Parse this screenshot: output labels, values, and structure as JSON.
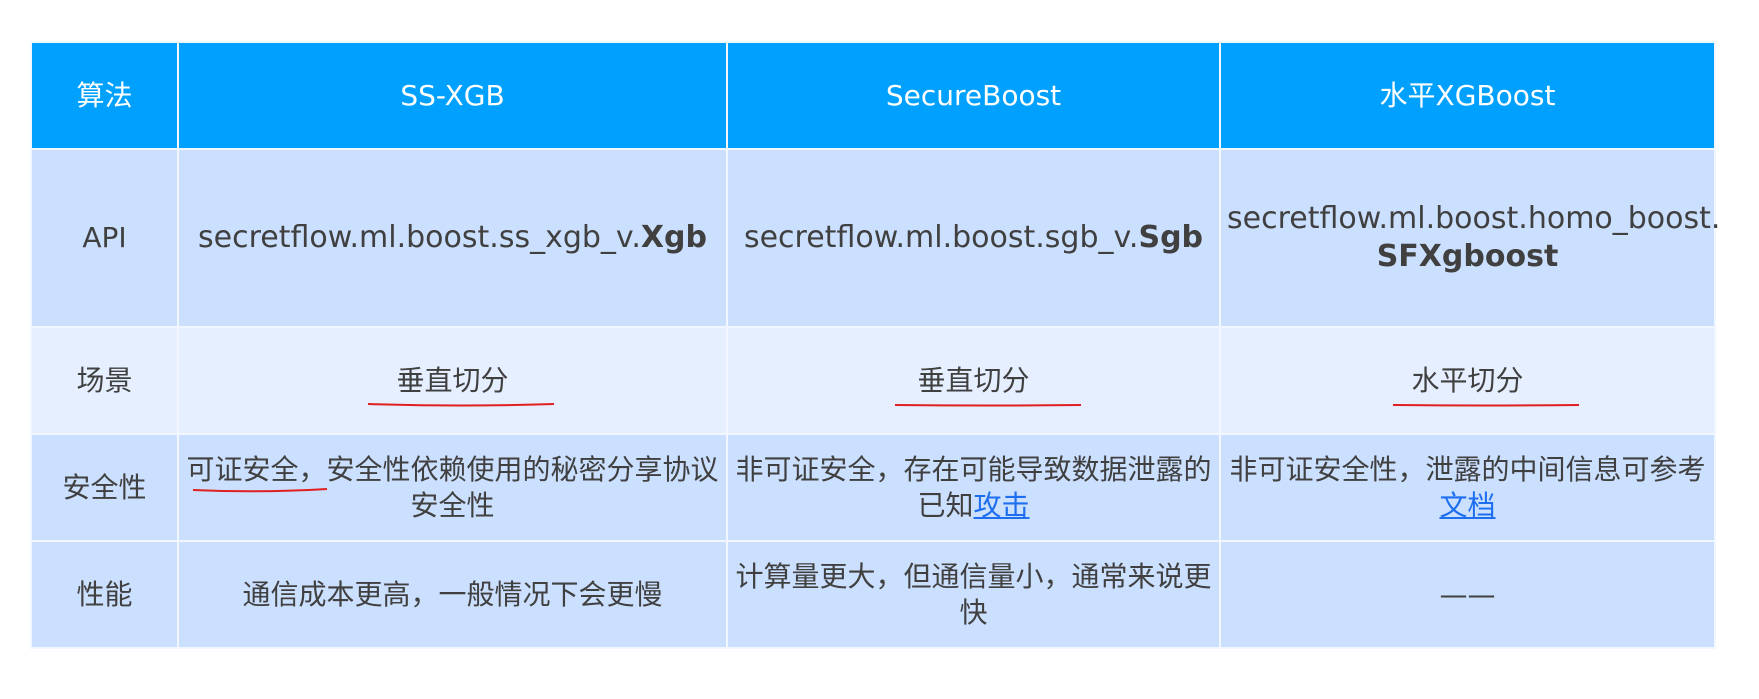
{
  "table": {
    "headers": [
      "算法",
      "SS-XGB",
      "SecureBoost",
      "水平XGBoost"
    ],
    "rows": {
      "api": {
        "label": "API",
        "ss_xgb_prefix": "secretflow.ml.boost.ss_xgb_v.",
        "ss_xgb_bold": "Xgb",
        "secureboost_prefix": "secretflow.ml.boost.sgb_v.",
        "secureboost_bold": "Sgb",
        "homo_prefix": "secretflow.ml.boost.homo_boost.",
        "homo_bold": "SFXgboost"
      },
      "scene": {
        "label": "场景",
        "ss_xgb": "垂直切分",
        "secureboost": "垂直切分",
        "homo": "水平切分"
      },
      "security": {
        "label": "安全性",
        "ss_xgb": "可证安全，安全性依赖使用的秘密分享协议安全性",
        "secureboost_text": "非可证安全，存在可能导致数据泄露的已知",
        "secureboost_link": "攻击",
        "homo_text": "非可证安全性，泄露的中间信息可参考",
        "homo_link": "文档"
      },
      "performance": {
        "label": "性能",
        "ss_xgb": "通信成本更高，一般情况下会更慢",
        "secureboost": "计算量更大，但通信量小，通常来说更快",
        "homo": "——"
      }
    }
  },
  "colors": {
    "header_bg": "#00a0ff",
    "row_bg": "#cbdffe",
    "row_alt_bg": "#e6efff",
    "link": "#1e6ef0",
    "annotation": "#e02020"
  }
}
